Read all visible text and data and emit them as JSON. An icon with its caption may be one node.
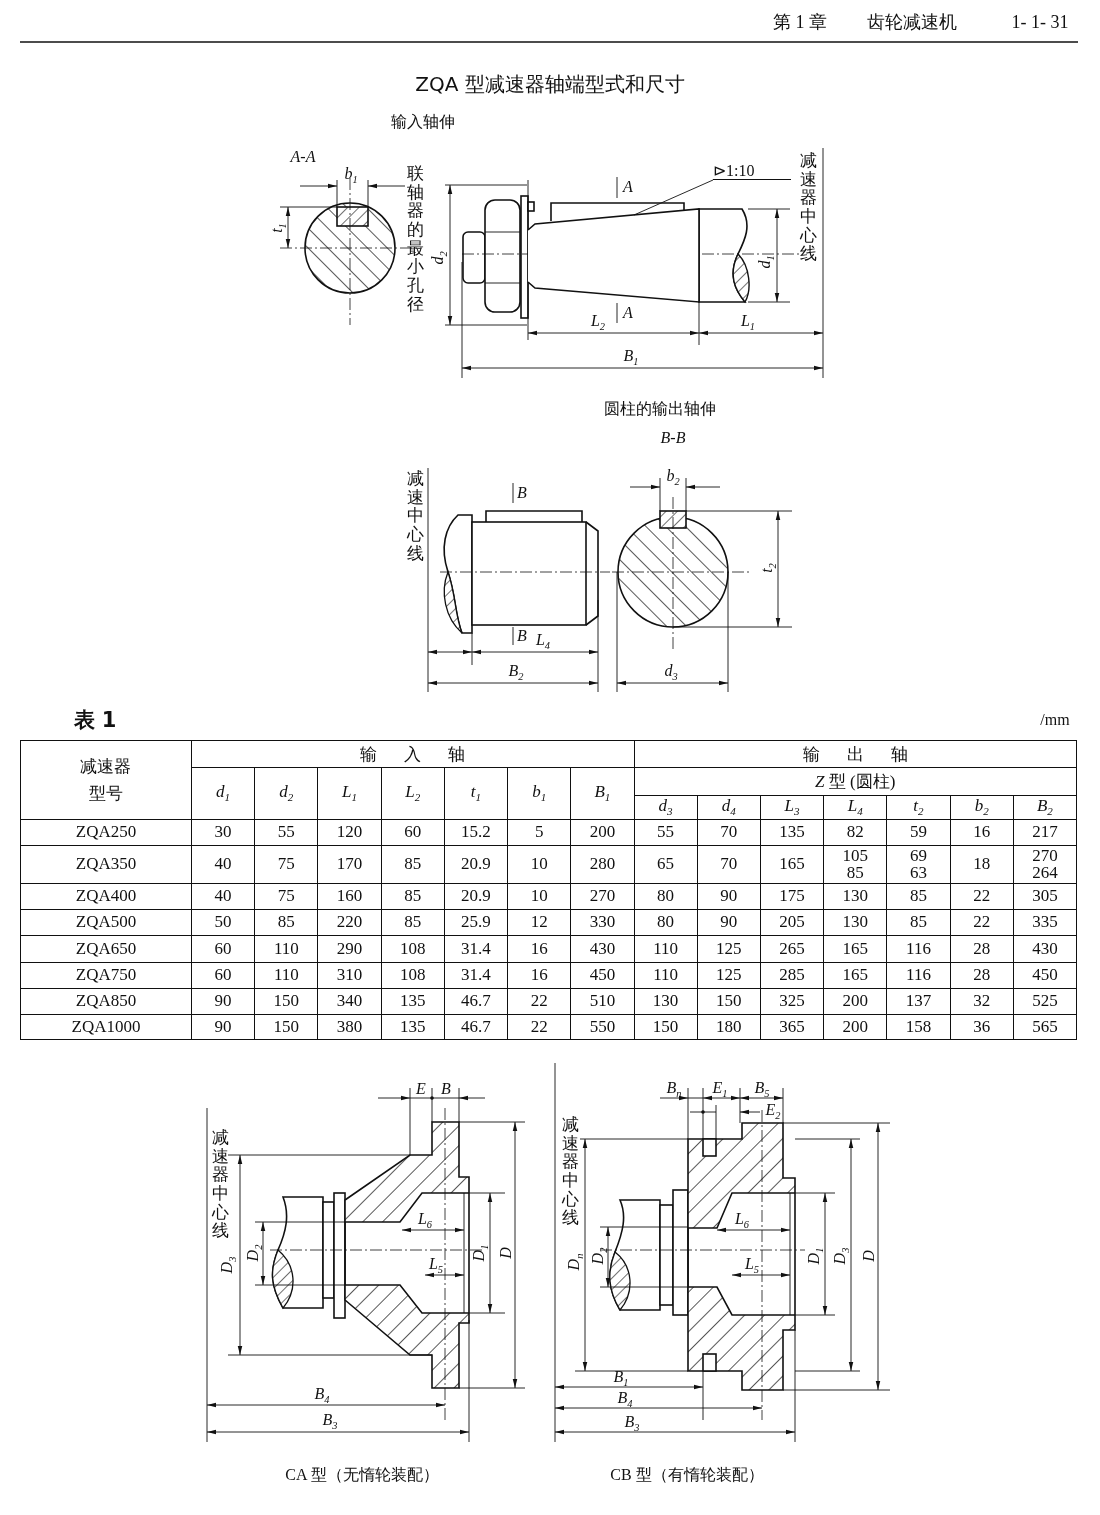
{
  "diagram": {
    "title": "ZQA 型减速器轴端型式和尺寸",
    "nodes": [
      {
        "text": [
          "⊳1:10"
        ]
      },
      {
        "text": [],
        "shape": "picture"
      }
    ],
    "edges": [
      {
        "from": 0,
        "to": 1,
        "arrow": "none"
      }
    ],
    "labels": [
      "第 1 章",
      "齿轮减速机",
      "1- 1- 31",
      "输入轴伸",
      "A-A",
      "b$_{1}$",
      "t$_{1}$",
      "联轴器的最小孔径",
      "d$_{2}$",
      "A",
      "减速器中心线",
      "d$_{1}$",
      "A",
      "L$_{2}$",
      "L$_{1}$",
      "B$_{1}$",
      "圆柱的输出轴伸",
      "B-B",
      "减速中心线",
      "B",
      "b$_{2}$",
      "t$_{2}$",
      "B",
      "L$_{4}$",
      "B$_{2}$",
      "d$_{3}$",
      "表 1",
      "/mm",
      "减速器型号",
      "输入轴",
      "输出轴",
      "d$_{1}$",
      "d$_{2}$",
      "L$_{1}$",
      "L$_{2}$",
      "t$_{1}$",
      "b$_{1}$",
      "B$_{1}$",
      "*Z* 型 (圆柱)",
      "d$_{3}$",
      "d$_{4}$",
      "L$_{3}$",
      "L$_{4}$",
      "t$_{2}$",
      "b$_{2}$",
      "B$_{2}$",
      "ZQA250",
      "30",
      "55",
      "120",
      "60",
      "15.2",
      "5",
      "200",
      "55",
      "70",
      "135",
      "82",
      "59",
      "16",
      "217",
      "ZQA350",
      "40",
      "75",
      "170",
      "85",
      "20.9",
      "10",
      "280",
      "65",
      "70",
      "165",
      "105 85",
      "69 63",
      "18",
      "270 264",
      "ZQA400",
      "40",
      "75",
      "160",
      "85",
      "20.9",
      "10",
      "270",
      "80",
      "90",
      "175",
      "130",
      "85",
      "22",
      "305",
      "ZQA500",
      "50",
      "85",
      "220",
      "85",
      "25.9",
      "12",
      "330",
      "80",
      "90",
      "205",
      "130",
      "85",
      "22",
      "335",
      "ZQA650",
      "60",
      "110",
      "290",
      "108",
      "31.4",
      "16",
      "430",
      "110",
      "125",
      "265",
      "165",
      "116",
      "28",
      "430",
      "ZQA750",
      "60",
      "110",
      "310",
      "108",
      "31.4",
      "16",
      "450",
      "110",
      "125",
      "285",
      "165",
      "116",
      "28",
      "450",
      "ZQA850",
      "90",
      "150",
      "340",
      "135",
      "46.7",
      "22",
      "510",
      "130",
      "150",
      "325",
      "200",
      "137",
      "32",
      "525",
      "ZQA1000",
      "90",
      "150",
      "380",
      "135",
      "46.7",
      "22",
      "550",
      "150",
      "180",
      "365",
      "200",
      "158",
      "36",
      "565",
      "减速器中心线",
      "E",
      "B",
      "D$_{3}$",
      "D$_{2}$",
      "L$_{6}$",
      "L$_{5}$",
      "D$_{1}$",
      "D",
      "B$_{4}$",
      "B$_{3}$",
      "CA 型（无惰轮装配）",
      "B$_{n}$",
      "E$_{1}$",
      "B$_{5}$",
      "E$_{2}$",
      "减速器中心线",
      "D$_{n}$",
      "D$_{2}$",
      "L$_{6}$",
      "L$_{5}$",
      "D$_{1}$",
      "D$_{3}$",
      "D",
      "B$_{1}$",
      "B$_{4}$",
      "B$_{3}$",
      "CB 型（有惰轮装配）"
    ]
  }
}
